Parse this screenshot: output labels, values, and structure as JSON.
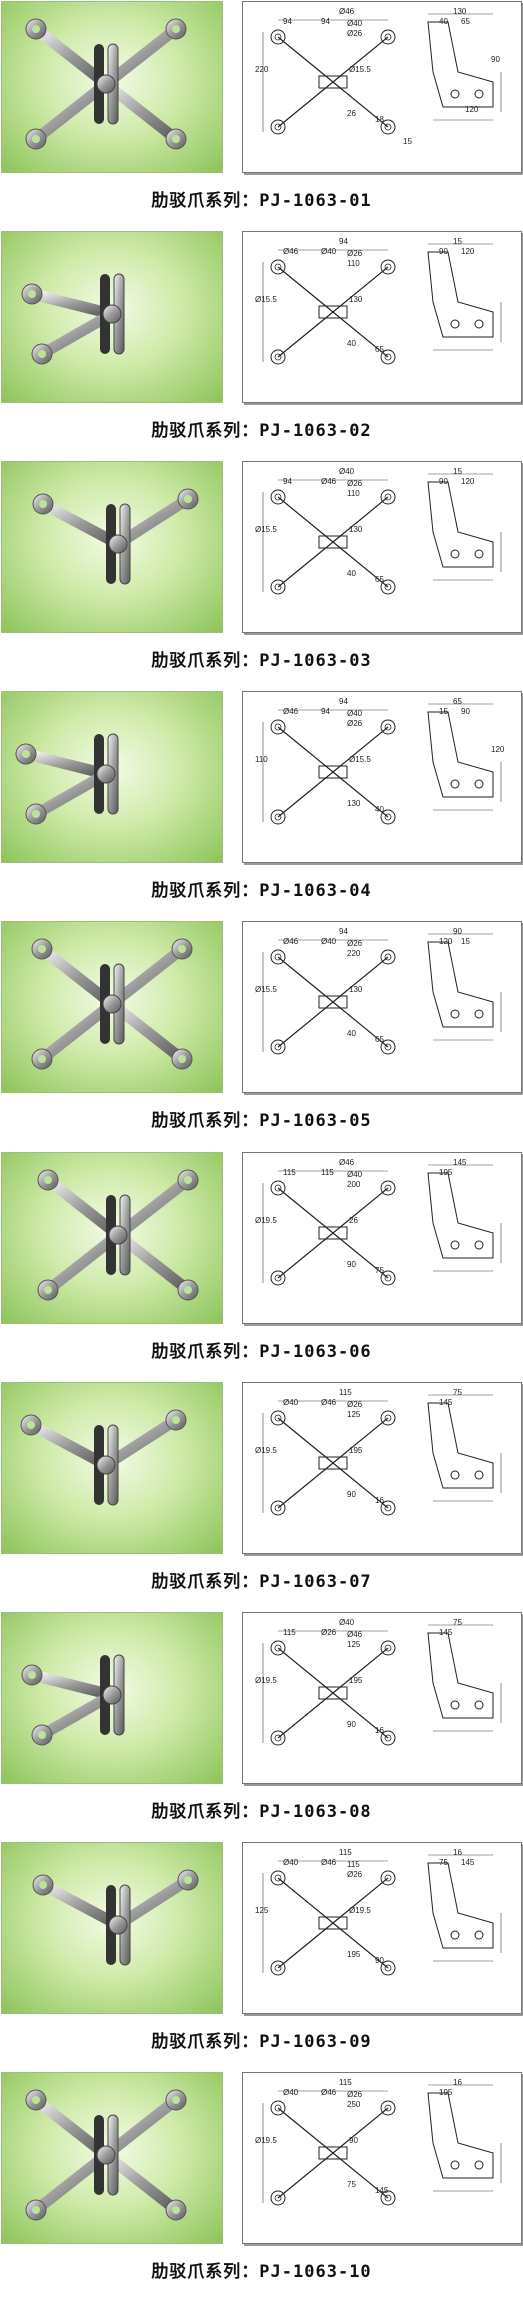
{
  "products": [
    {
      "caption": "肋驳爪系列：PJ-1063-01",
      "dims": [
        "94",
        "94",
        "Ø46",
        "Ø40",
        "Ø26",
        "220",
        "Ø15.5",
        "26",
        "18",
        "130",
        "40",
        "65",
        "90",
        "120",
        "15"
      ]
    },
    {
      "caption": "肋驳爪系列：PJ-1063-02",
      "dims": [
        "Ø46",
        "Ø40",
        "94",
        "Ø26",
        "110",
        "Ø15.5",
        "130",
        "40",
        "65",
        "15",
        "90",
        "120"
      ]
    },
    {
      "caption": "肋驳爪系列：PJ-1063-03",
      "dims": [
        "94",
        "Ø46",
        "Ø40",
        "Ø26",
        "110",
        "Ø15.5",
        "130",
        "40",
        "65",
        "15",
        "90",
        "120"
      ]
    },
    {
      "caption": "肋驳爪系列：PJ-1063-04",
      "dims": [
        "Ø46",
        "94",
        "94",
        "Ø40",
        "Ø26",
        "110",
        "Ø15.5",
        "130",
        "40",
        "65",
        "15",
        "90",
        "120"
      ]
    },
    {
      "caption": "肋驳爪系列：PJ-1063-05",
      "dims": [
        "Ø46",
        "Ø40",
        "94",
        "Ø26",
        "220",
        "Ø15.5",
        "130",
        "40",
        "65",
        "90",
        "120",
        "15"
      ]
    },
    {
      "caption": "肋驳爪系列：PJ-1063-06",
      "dims": [
        "115",
        "115",
        "Ø46",
        "Ø40",
        "200",
        "Ø19.5",
        "26",
        "90",
        "75",
        "145",
        "195"
      ]
    },
    {
      "caption": "肋驳爪系列：PJ-1063-07",
      "dims": [
        "Ø40",
        "Ø46",
        "115",
        "Ø26",
        "125",
        "Ø19.5",
        "195",
        "90",
        "16",
        "75",
        "145"
      ]
    },
    {
      "caption": "肋驳爪系列：PJ-1063-08",
      "dims": [
        "115",
        "Ø26",
        "Ø40",
        "Ø46",
        "125",
        "Ø19.5",
        "195",
        "90",
        "16",
        "75",
        "145"
      ]
    },
    {
      "caption": "肋驳爪系列：PJ-1063-09",
      "dims": [
        "Ø40",
        "Ø46",
        "115",
        "115",
        "Ø26",
        "125",
        "Ø19.5",
        "195",
        "90",
        "16",
        "75",
        "145"
      ]
    },
    {
      "caption": "肋驳爪系列：PJ-1063-10",
      "dims": [
        "Ø40",
        "Ø46",
        "115",
        "Ø26",
        "250",
        "Ø19.5",
        "90",
        "75",
        "145",
        "16",
        "195"
      ]
    }
  ]
}
